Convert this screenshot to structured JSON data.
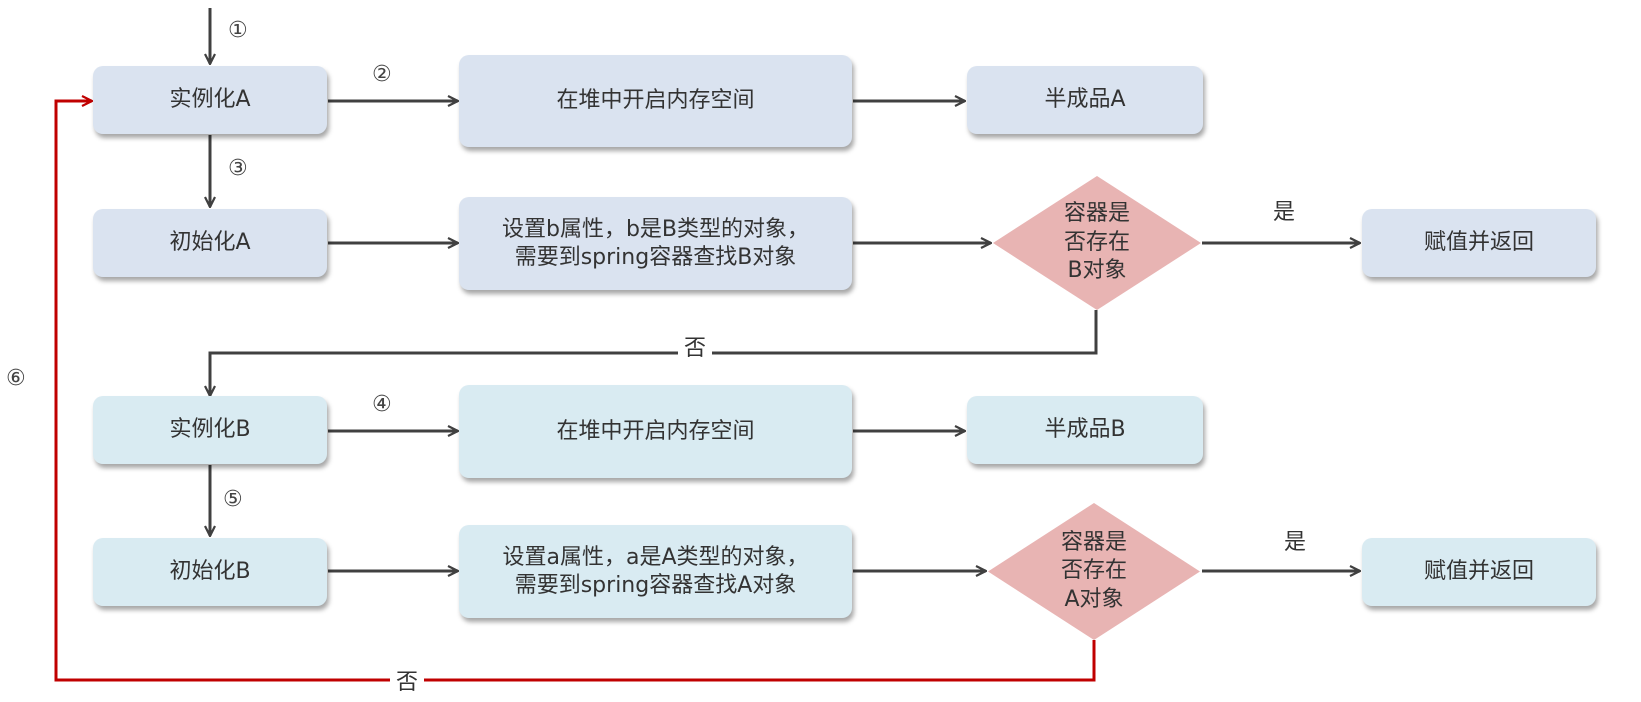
{
  "colors": {
    "box_a_fill": "#dae3f0",
    "box_b_fill": "#d9ebf2",
    "decision_fill": "#e8b4b3",
    "connector": "#404040",
    "loop_connector": "#c00000"
  },
  "steps": [
    "①",
    "②",
    "③",
    "④",
    "⑤",
    "⑥"
  ],
  "nodes": {
    "instantiate_a": "实例化A",
    "alloc_a": "在堆中开启内存空间",
    "half_a": "半成品A",
    "init_a": "初始化A",
    "set_b": "设置b属性，b是B类型的对象，\n需要到spring容器查找B对象",
    "check_b": "容器是\n否存在\nB对象",
    "return_1": "赋值并返回",
    "instantiate_b": "实例化B",
    "alloc_b": "在堆中开启内存空间",
    "half_b": "半成品B",
    "init_b": "初始化B",
    "set_a": "设置a属性，a是A类型的对象，\n需要到spring容器查找A对象",
    "check_a": "容器是\n否存在\nA对象",
    "return_2": "赋值并返回"
  },
  "edge_labels": {
    "yes_1": "是",
    "no_1": "否",
    "yes_2": "是",
    "no_2": "否"
  }
}
